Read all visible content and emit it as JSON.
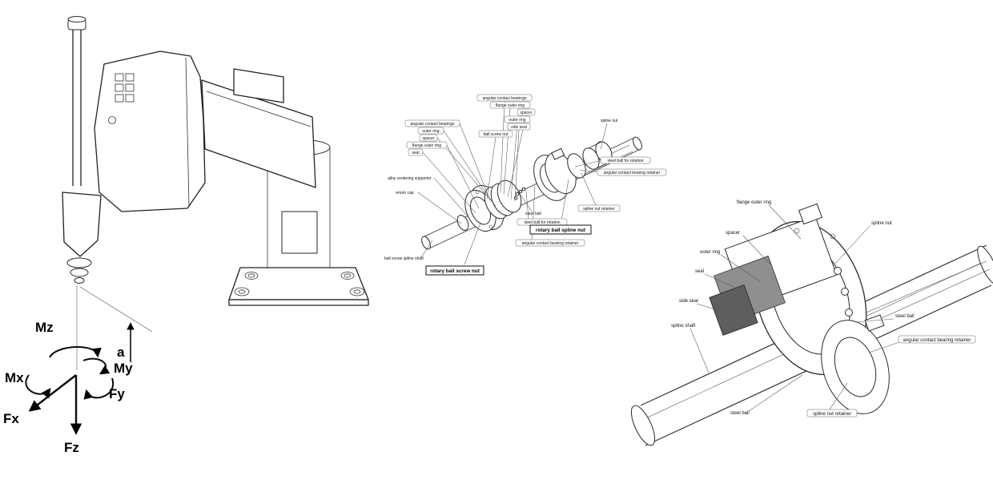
{
  "colors": {
    "seal_gray": "#8f8f8f",
    "seal_dark": "#5e5e5e"
  },
  "robot": {
    "labels": {
      "mz": "Mz",
      "a": "a",
      "my": "My",
      "fy": "Fy",
      "mx": "Mx",
      "fx": "Fx",
      "fz": "Fz"
    }
  },
  "exploded": {
    "top_group": [
      "angular contact bearings",
      "flange outer ring",
      "spacer",
      "outer ring",
      "side seal",
      "ball screw nut"
    ],
    "left_group": [
      "angular contact bearings",
      "outer ring",
      "spacer",
      "flange outer ring",
      "seal"
    ],
    "right_labels": [
      "spline nut",
      "steel ball for rotation",
      "angular contact bearing retainer",
      "spline nut retainer"
    ],
    "lower_labels": [
      "steel ball",
      "steel ball for rotation",
      "angular contact bearing retainer"
    ],
    "left_labels": [
      "alloy centering supporter",
      "return cap",
      "ball screw spline shaft"
    ],
    "titles": [
      "rotary ball spline nut",
      "rotary ball screw nut"
    ]
  },
  "cutaway": {
    "labels": [
      "flange outer ring",
      "spline nut",
      "spacer",
      "outer ring",
      "seal",
      "side seal",
      "spline shaft",
      "steel ball",
      "angular contact bearing retainer",
      "steel ball",
      "spline nut retainer"
    ]
  }
}
